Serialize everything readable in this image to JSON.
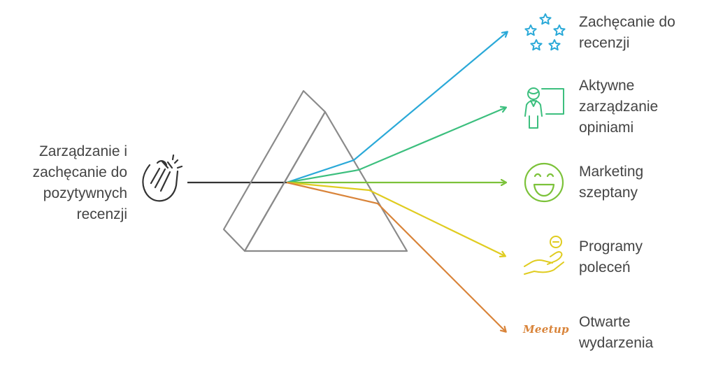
{
  "source": {
    "label": "Zarządzanie i\nzachęcanie do\npozytywnych\nrecenzji",
    "icon": "clapping-hands-icon"
  },
  "outputs": [
    {
      "label": "Zachęcanie do\nrecenzji",
      "color": "#2aa9d8",
      "icon": "stars-icon"
    },
    {
      "label": "Aktywne\nzarządzanie\nopiniami",
      "color": "#3cbf7e",
      "icon": "person-presentation-icon"
    },
    {
      "label": "Marketing\nszeptany",
      "color": "#7cc23a",
      "icon": "smiling-face-icon"
    },
    {
      "label": "Programy\npoleceń",
      "color": "#e0cc20",
      "icon": "hand-coin-icon"
    },
    {
      "label": "Otwarte\nwydarzenia",
      "color": "#d9843a",
      "icon": "meetup-logo-icon",
      "logo_text": "Meetup"
    }
  ],
  "colors": {
    "prism": "#8a8a8a",
    "source_ray": "#333333"
  }
}
